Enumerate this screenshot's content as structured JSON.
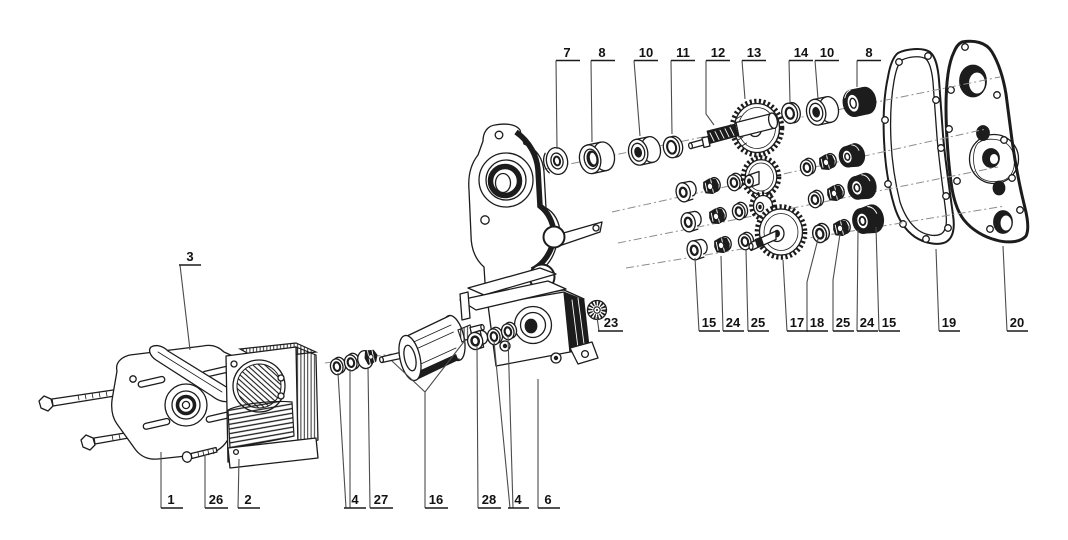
{
  "canvas": {
    "background": "#ffffff",
    "ink": "#1c1c1c",
    "leader_color": "#4c4c4c"
  },
  "callouts": {
    "top": [
      "7",
      "8",
      "10",
      "11",
      "12",
      "13",
      "14",
      "10",
      "8"
    ],
    "mid_left": [
      "3"
    ],
    "mid_right": [
      "23"
    ],
    "bottom_left": [
      "1",
      "26",
      "2",
      "4",
      "27",
      "16",
      "28",
      "4",
      "6"
    ],
    "bottom_right": [
      "15",
      "24",
      "25",
      "17",
      "18",
      "25",
      "24",
      "15",
      "19",
      "20"
    ]
  }
}
